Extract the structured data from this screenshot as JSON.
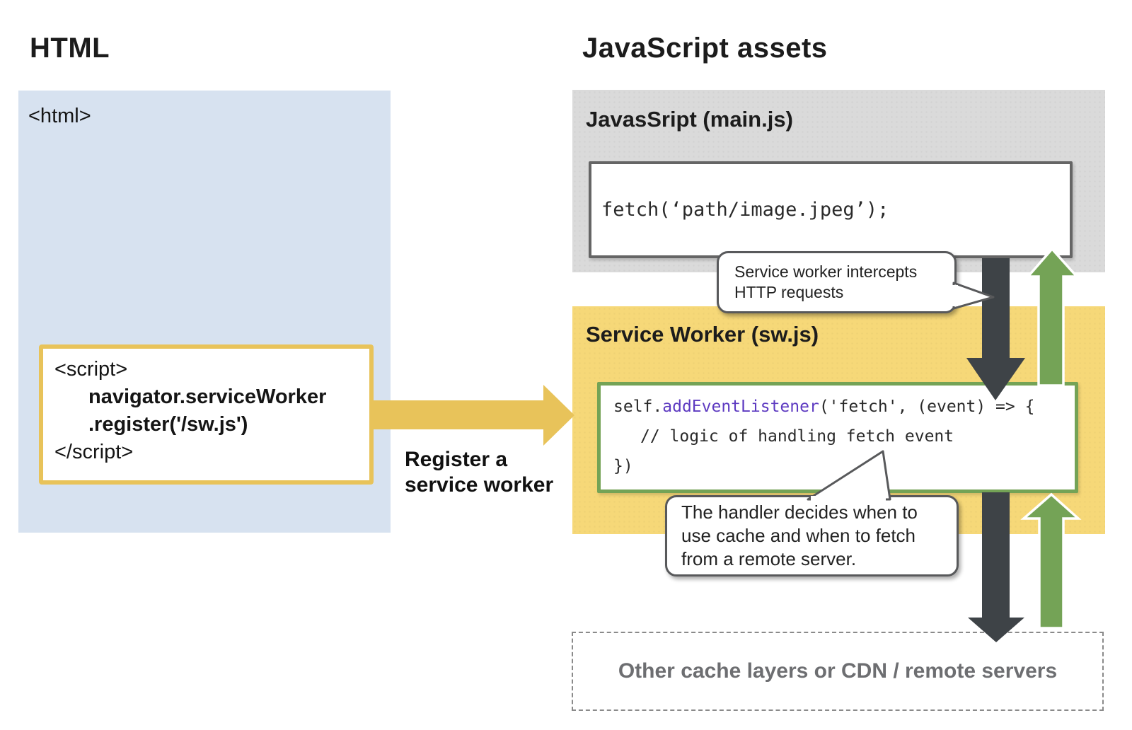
{
  "headings": {
    "left": "HTML",
    "right": "JavaScript assets"
  },
  "html_panel": {
    "tag_open": "<html>",
    "script_box": {
      "line1": "<script>",
      "line2": "navigator.serviceWorker",
      "line3": ".register('/sw.js')",
      "line4": "</script>"
    }
  },
  "register_arrow": {
    "label_line1": "Register a",
    "label_line2": "service worker"
  },
  "main_js_panel": {
    "title": "JavasSript (main.js)",
    "code": "fetch(‘path/image.jpeg’);"
  },
  "sw_panel": {
    "title": "Service Worker (sw.js)",
    "code_line1_pre": "self.",
    "code_line1_token": "addEventListener",
    "code_line1_post": "('fetch', (event) => {",
    "code_line2": "// logic of handling fetch event",
    "code_line3": "})"
  },
  "bubbles": {
    "intercept": {
      "line1": "Service worker intercepts",
      "line2": "HTTP requests"
    },
    "handler": {
      "line1": "The handler decides when to",
      "line2": "use cache and when to fetch",
      "line3": "from a remote server."
    }
  },
  "cache_layer": {
    "label": "Other cache layers or CDN / remote servers"
  },
  "icons": {
    "down_arrows": "request-flow-down-arrow",
    "up_arrows": "response-flow-up-arrow",
    "register_arrow": "register-right-arrow"
  },
  "colors": {
    "gold": "#e8c35a",
    "blue": "#d7e2f0",
    "gray": "#dadada",
    "yellow": "#f6d878",
    "green": "#74a356",
    "dark": "#3e4347",
    "purple": "#5d3ac1",
    "bubble": "#58595b",
    "dashed": "#8a8a8a",
    "muted": "#6d6e71"
  }
}
